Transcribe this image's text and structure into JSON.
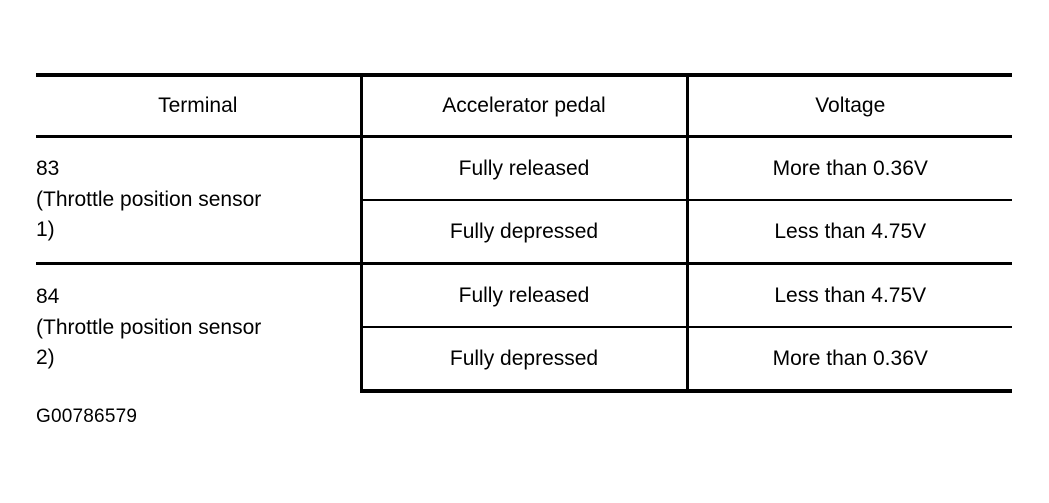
{
  "document": {
    "caption": "G00786579"
  },
  "table": {
    "headers": {
      "terminal": "Terminal",
      "accelerator_pedal": "Accelerator pedal",
      "voltage": "Voltage"
    },
    "groups": [
      {
        "terminal": "83\n(Throttle position sensor\n1)",
        "rows": [
          {
            "pedal": "Fully released",
            "voltage": "More than 0.36V"
          },
          {
            "pedal": "Fully depressed",
            "voltage": "Less than 4.75V"
          }
        ]
      },
      {
        "terminal": "84\n(Throttle position sensor\n2)",
        "rows": [
          {
            "pedal": "Fully released",
            "voltage": "Less than 4.75V"
          },
          {
            "pedal": "Fully depressed",
            "voltage": "More than 0.36V"
          }
        ]
      }
    ]
  },
  "colors": {
    "rule": "#000000",
    "text": "#000000",
    "background": "#ffffff"
  }
}
